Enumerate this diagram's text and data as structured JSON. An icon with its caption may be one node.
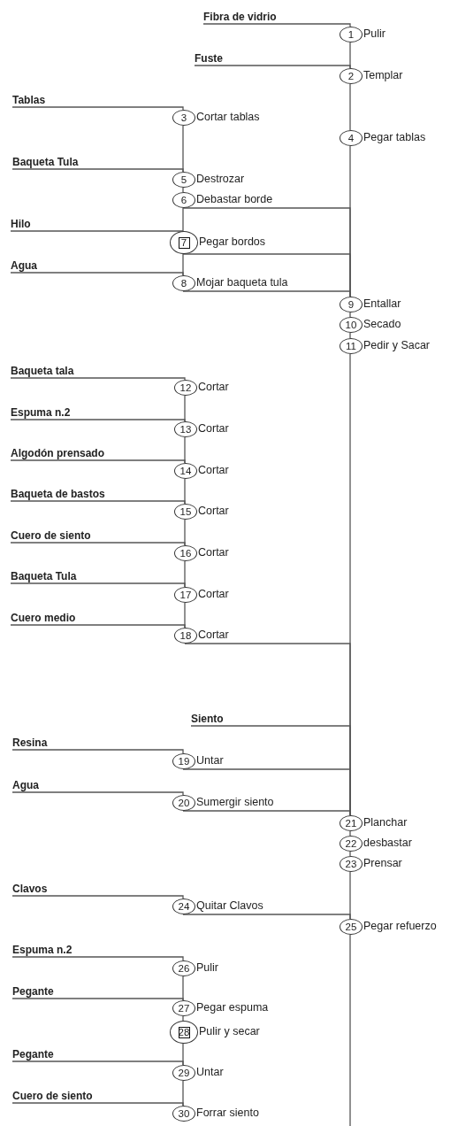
{
  "diagram": {
    "nodes": [
      {
        "text": [
          "Fibra de vidrio"
        ]
      },
      {
        "text": [
          "1"
        ],
        "beside": [
          "Pulir"
        ]
      },
      {
        "text": [
          "Fuste"
        ]
      },
      {
        "text": [
          "2"
        ],
        "beside": [
          "Templar"
        ]
      },
      {
        "text": [
          "Tablas"
        ]
      },
      {
        "text": [
          "3"
        ],
        "beside": [
          "Cortar tablas"
        ]
      },
      {
        "text": [
          "4"
        ],
        "beside": [
          "Pegar tablas"
        ]
      },
      {
        "text": [
          "Baqueta Tula"
        ]
      },
      {
        "text": [
          "5"
        ],
        "beside": [
          "Destrozar"
        ]
      },
      {
        "text": [
          "6"
        ],
        "beside": [
          "Debastar borde"
        ]
      },
      {
        "text": [
          "Hilo"
        ]
      },
      {
        "text": [
          "7"
        ],
        "beside": [
          "Pegar bordos"
        ]
      },
      {
        "text": [
          "Agua"
        ]
      },
      {
        "text": [
          "8"
        ],
        "beside": [
          "Mojar baqueta tula"
        ]
      },
      {
        "text": [
          "9"
        ],
        "beside": [
          "Entallar"
        ]
      },
      {
        "text": [
          "10"
        ],
        "beside": [
          "Secado"
        ]
      },
      {
        "text": [
          "11"
        ],
        "beside": [
          "Pedir y Sacar"
        ]
      },
      {
        "text": [
          "Baqueta tala"
        ]
      },
      {
        "text": [
          "12"
        ],
        "beside": [
          "Cortar"
        ]
      },
      {
        "text": [
          "Espuma n.2"
        ]
      },
      {
        "text": [
          "13"
        ],
        "beside": [
          "Cortar"
        ]
      },
      {
        "text": [
          "Algodón prensado"
        ]
      },
      {
        "text": [
          "14"
        ],
        "beside": [
          "Cortar"
        ]
      },
      {
        "text": [
          "Baqueta de bastos"
        ]
      },
      {
        "text": [
          "15"
        ],
        "beside": [
          "Cortar"
        ]
      },
      {
        "text": [
          "Cuero de siento"
        ]
      },
      {
        "text": [
          "16"
        ],
        "beside": [
          "Cortar"
        ]
      },
      {
        "text": [
          "Baqueta Tula"
        ]
      },
      {
        "text": [
          "17"
        ],
        "beside": [
          "Cortar"
        ]
      },
      {
        "text": [
          "Cuero medio"
        ]
      },
      {
        "text": [
          "18"
        ],
        "beside": [
          "Cortar"
        ]
      },
      {
        "text": [
          "Siento"
        ]
      },
      {
        "text": [
          "Resina"
        ]
      },
      {
        "text": [
          "19"
        ],
        "beside": [
          "Untar"
        ]
      },
      {
        "text": [
          "Agua"
        ]
      },
      {
        "text": [
          "20"
        ],
        "beside": [
          "Sumergir siento"
        ]
      },
      {
        "text": [
          "21"
        ],
        "beside": [
          "Planchar"
        ]
      },
      {
        "text": [
          "22"
        ],
        "beside": [
          "desbastar"
        ]
      },
      {
        "text": [
          "23"
        ],
        "beside": [
          "Prensar"
        ]
      },
      {
        "text": [
          "Clavos"
        ]
      },
      {
        "text": [
          "24"
        ],
        "beside": [
          "Quitar Clavos"
        ]
      },
      {
        "text": [
          "25"
        ],
        "beside": [
          "Pegar refuerzo"
        ]
      },
      {
        "text": [
          "Espuma n.2"
        ]
      },
      {
        "text": [
          "26"
        ],
        "beside": [
          "Pulir"
        ]
      },
      {
        "text": [
          "Pegante"
        ]
      },
      {
        "text": [
          "27"
        ],
        "beside": [
          "Pegar espuma"
        ]
      },
      {
        "text": [
          "28"
        ],
        "beside": [
          "Pulir y secar"
        ]
      },
      {
        "text": [
          "Pegante"
        ]
      },
      {
        "text": [
          "29"
        ],
        "beside": [
          "Untar"
        ]
      },
      {
        "text": [
          "Cuero de siento"
        ]
      },
      {
        "text": [
          "30"
        ],
        "beside": [
          "Forrar siento"
        ]
      }
    ],
    "edges": [
      {
        "from": 0,
        "to": 1,
        "arrow": "none"
      },
      {
        "from": 1,
        "to": 3,
        "arrow": "none"
      },
      {
        "from": 2,
        "to": 3,
        "arrow": "none"
      },
      {
        "from": 3,
        "to": 6,
        "arrow": "none"
      },
      {
        "from": 4,
        "to": 5,
        "arrow": "none"
      },
      {
        "from": 5,
        "to": 8,
        "arrow": "none"
      },
      {
        "from": 7,
        "to": 8,
        "arrow": "none"
      },
      {
        "from": 8,
        "to": 9,
        "arrow": "none"
      },
      {
        "from": 9,
        "to": 11,
        "arrow": "none"
      },
      {
        "from": 9,
        "to": 14,
        "arrow": "none"
      },
      {
        "from": 10,
        "to": 11,
        "arrow": "none"
      },
      {
        "from": 11,
        "to": 13,
        "arrow": "none"
      },
      {
        "from": 11,
        "to": 14,
        "arrow": "none"
      },
      {
        "from": 12,
        "to": 13,
        "arrow": "none"
      },
      {
        "from": 13,
        "to": 14,
        "arrow": "none"
      },
      {
        "from": 6,
        "to": 14,
        "arrow": "none"
      },
      {
        "from": 14,
        "to": 15,
        "arrow": "none"
      },
      {
        "from": 15,
        "to": 16,
        "arrow": "none"
      },
      {
        "from": 16,
        "to": 36,
        "arrow": "none"
      },
      {
        "from": 17,
        "to": 18,
        "arrow": "none"
      },
      {
        "from": 18,
        "to": 20,
        "arrow": "none"
      },
      {
        "from": 19,
        "to": 20,
        "arrow": "none"
      },
      {
        "from": 20,
        "to": 22,
        "arrow": "none"
      },
      {
        "from": 21,
        "to": 22,
        "arrow": "none"
      },
      {
        "from": 22,
        "to": 24,
        "arrow": "none"
      },
      {
        "from": 23,
        "to": 24,
        "arrow": "none"
      },
      {
        "from": 24,
        "to": 26,
        "arrow": "none"
      },
      {
        "from": 25,
        "to": 26,
        "arrow": "none"
      },
      {
        "from": 26,
        "to": 28,
        "arrow": "none"
      },
      {
        "from": 27,
        "to": 28,
        "arrow": "none"
      },
      {
        "from": 28,
        "to": 30,
        "arrow": "none"
      },
      {
        "from": 29,
        "to": 30,
        "arrow": "none"
      },
      {
        "from": 30,
        "to": 36,
        "arrow": "none"
      },
      {
        "from": 31,
        "to": 36,
        "arrow": "none"
      },
      {
        "from": 32,
        "to": 33,
        "arrow": "none"
      },
      {
        "from": 33,
        "to": 36,
        "arrow": "none"
      },
      {
        "from": 34,
        "to": 35,
        "arrow": "none"
      },
      {
        "from": 35,
        "to": 36,
        "arrow": "none"
      },
      {
        "from": 36,
        "to": 37,
        "arrow": "none"
      },
      {
        "from": 37,
        "to": 38,
        "arrow": "none"
      },
      {
        "from": 38,
        "to": 41,
        "arrow": "none"
      },
      {
        "from": 39,
        "to": 40,
        "arrow": "none"
      },
      {
        "from": 40,
        "to": 41,
        "arrow": "none"
      },
      {
        "from": 41,
        "to": null,
        "arrow": "none"
      },
      {
        "from": 42,
        "to": 43,
        "arrow": "none"
      },
      {
        "from": 43,
        "to": 45,
        "arrow": "none"
      },
      {
        "from": 44,
        "to": 45,
        "arrow": "none"
      },
      {
        "from": 45,
        "to": 46,
        "arrow": "none"
      },
      {
        "from": 46,
        "to": 48,
        "arrow": "none"
      },
      {
        "from": 47,
        "to": 48,
        "arrow": "none"
      },
      {
        "from": 48,
        "to": 50,
        "arrow": "none"
      },
      {
        "from": 49,
        "to": 50,
        "arrow": "none"
      }
    ]
  }
}
